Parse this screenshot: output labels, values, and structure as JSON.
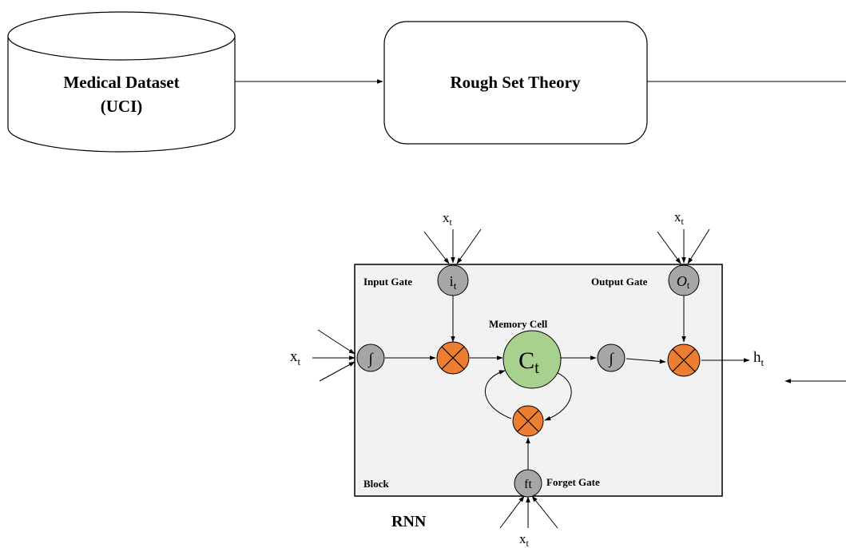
{
  "pipeline": {
    "dataset_label_line1": "Medical Dataset",
    "dataset_label_line2": "(UCI)",
    "rough_set_label": "Rough Set Theory"
  },
  "lstm": {
    "block_label": "Block",
    "input_gate_label": "Input Gate",
    "output_gate_label": "Output Gate",
    "forget_gate_label": "Forget Gate",
    "memory_cell_label": "Memory Cell",
    "input_gate_symbol": "i",
    "input_gate_sub": "t",
    "output_gate_symbol": "O",
    "output_gate_sub": "t",
    "forget_gate_symbol": "ft",
    "cell_symbol": "C",
    "cell_sub": "t",
    "sigmoid_symbol": "∫",
    "x_symbol": "x",
    "x_sub": "t",
    "h_symbol": "h",
    "h_sub": "t",
    "rnn_label": "RNN"
  },
  "colors": {
    "gate_fill": "#a6a6a6",
    "multiply_fill": "#ed7d31",
    "cell_fill": "#a9d18e",
    "block_fill": "#f2f2f2",
    "stroke": "#000000"
  }
}
